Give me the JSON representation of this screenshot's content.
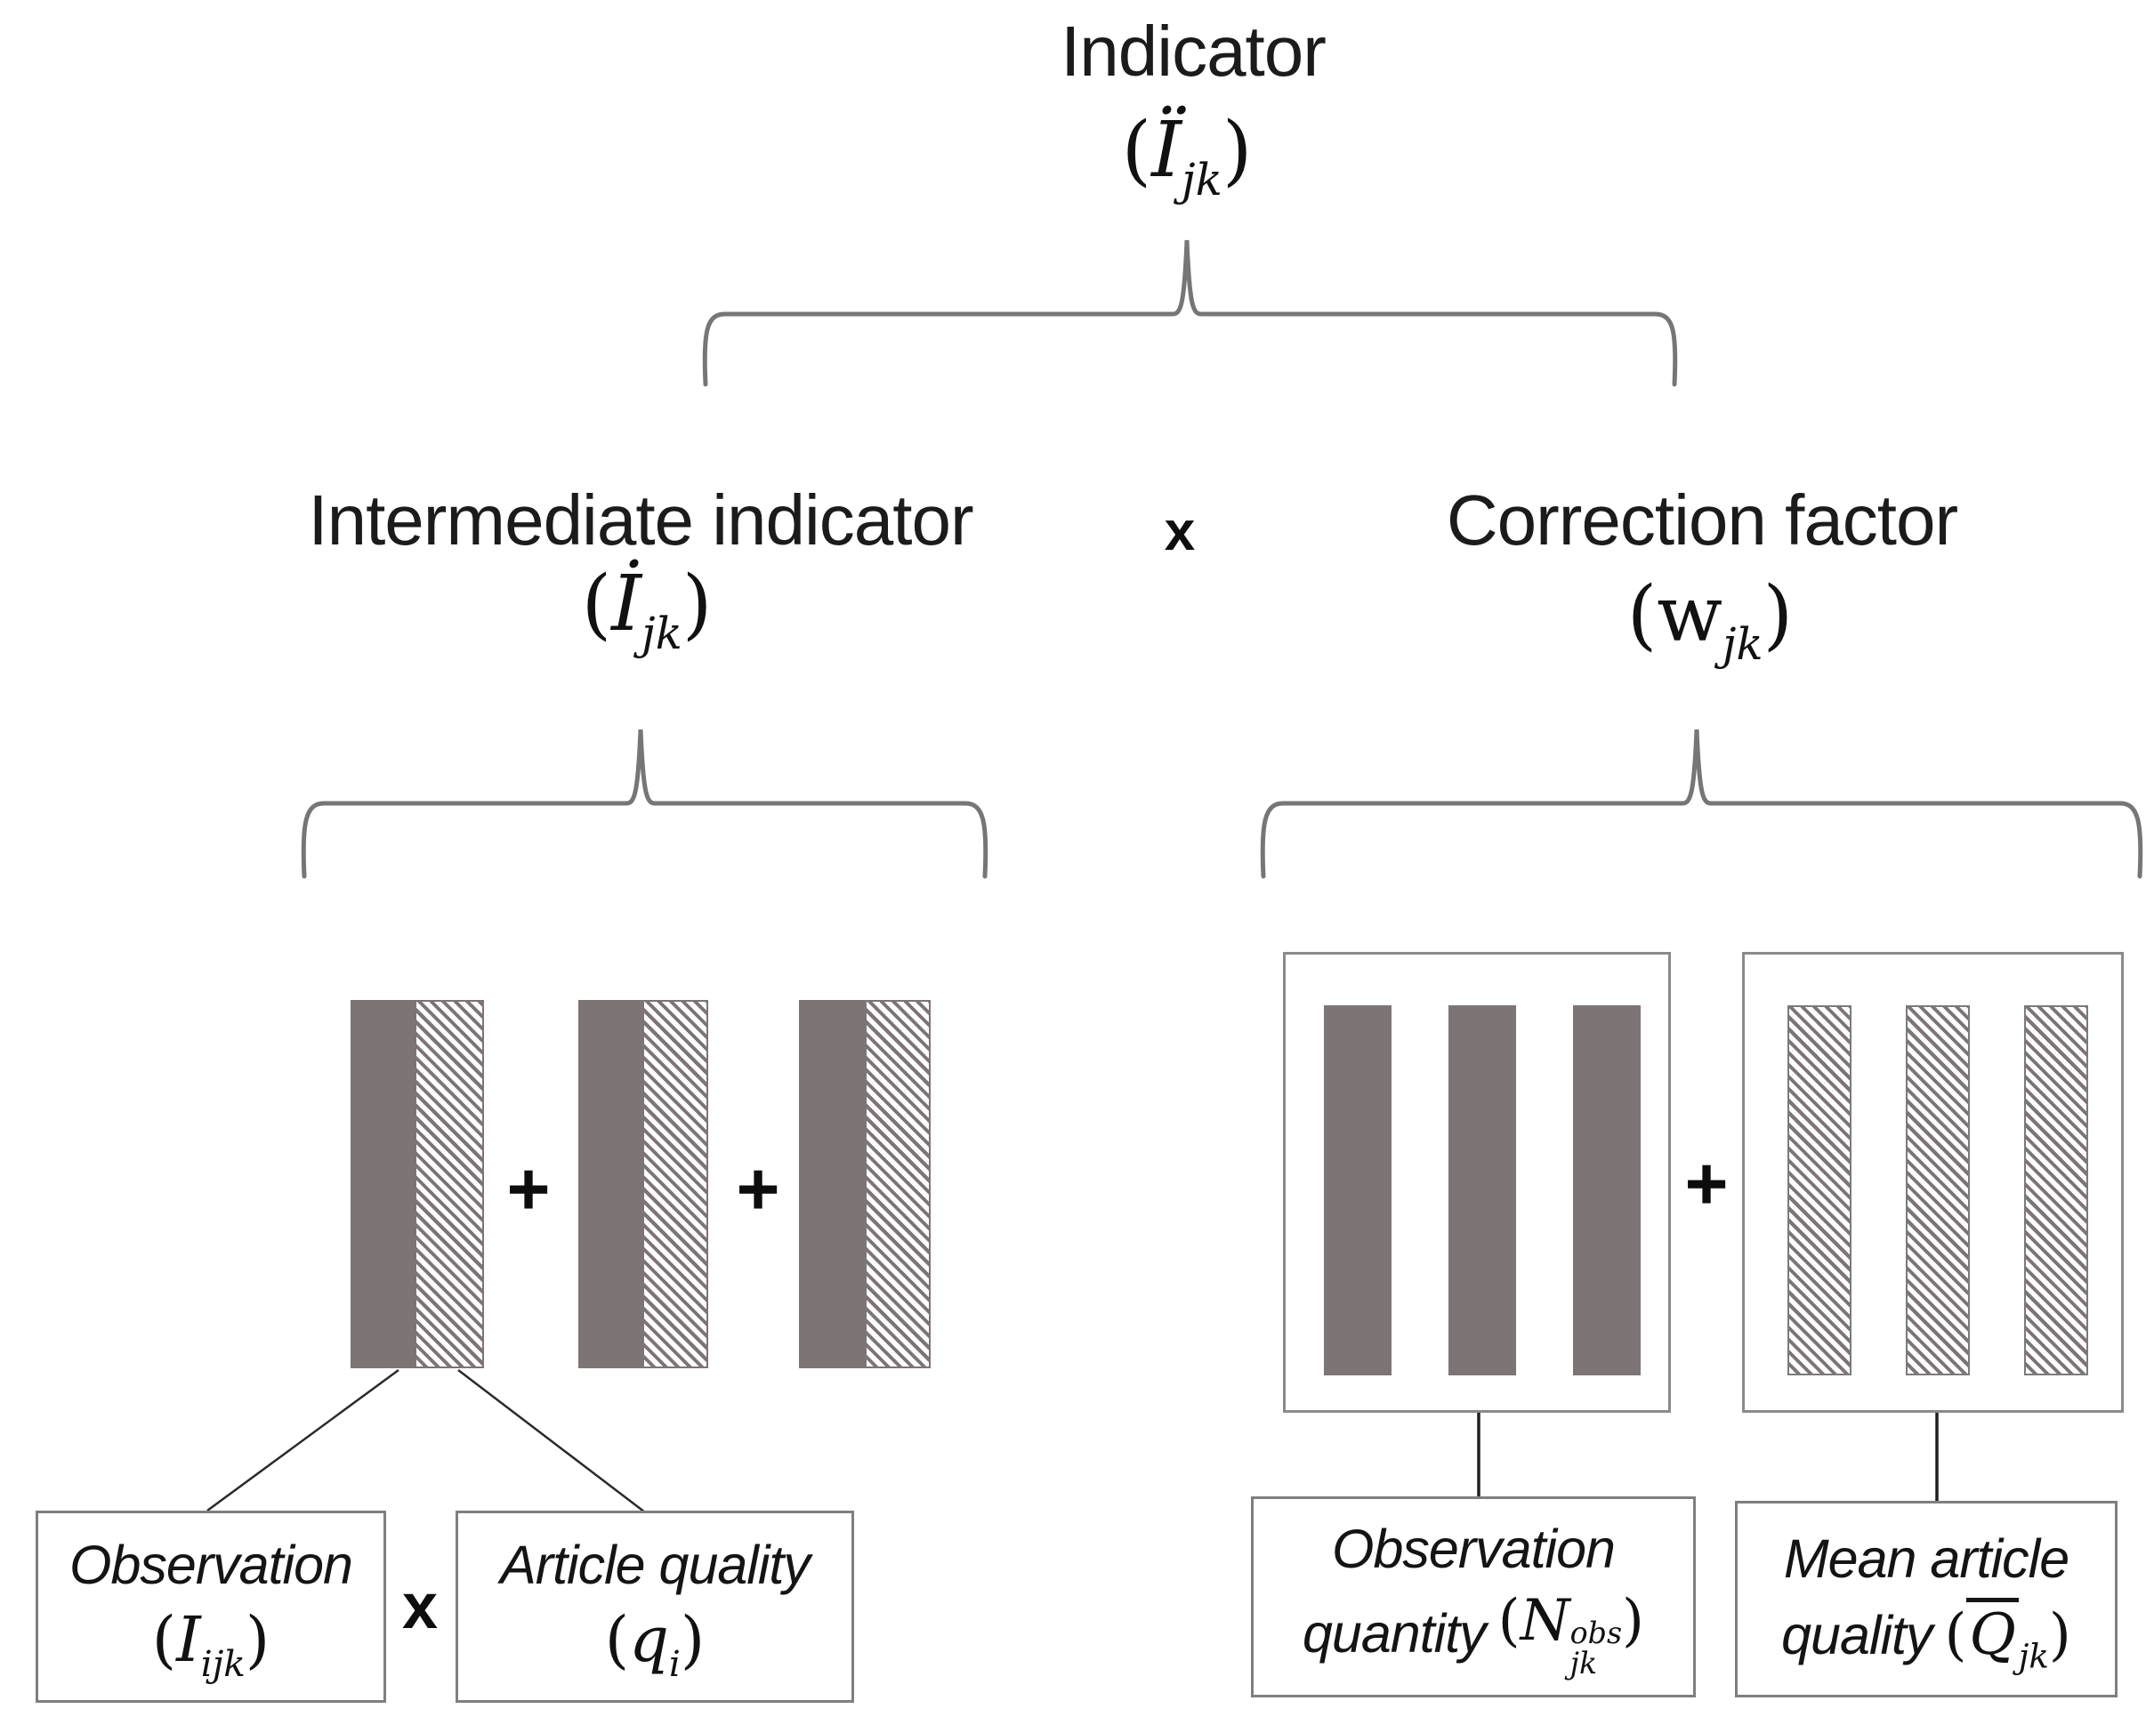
{
  "colors": {
    "bar_gray": "#7D7475",
    "brace_gray": "#767676",
    "box_border_gray": "#8A8A8A",
    "leaf_box_border_gray": "#7F7F7F",
    "leader_line_black": "#2A2A2A",
    "text_black": "#1A1A1A",
    "background": "#FFFFFF"
  },
  "title": {
    "label": "Indicator",
    "open": "(",
    "base": "Ï",
    "sub": "jk",
    "close": ")"
  },
  "intermediate": {
    "label": "Intermediate indicator",
    "open": "(",
    "base": "İ",
    "sub": "jk",
    "close": ")"
  },
  "multiply_top": "x",
  "correction": {
    "label": "Correction factor",
    "open": "(",
    "base": "w",
    "sub": "jk",
    "close": ")"
  },
  "left_group": {
    "plus_1": "+",
    "plus_2": "+"
  },
  "right_group": {
    "plus": "+"
  },
  "observation_box": {
    "label": "Observation",
    "open": "(",
    "base": "I",
    "sub": "ijk",
    "close": ")"
  },
  "multiply_bottom": "x",
  "article_box": {
    "label": "Article quality",
    "open": "(",
    "base": "q",
    "sub": "i",
    "close": ")"
  },
  "obs_qty_box": {
    "line1": "Observation",
    "line2": "quantity",
    "open": "(",
    "base": "N",
    "sup": "obs",
    "sub": "jk",
    "close": ")"
  },
  "mean_q_box": {
    "line1": "Mean article",
    "line2": "quality",
    "open": "(",
    "base": "Q",
    "sub": "jk",
    "close": ")"
  }
}
